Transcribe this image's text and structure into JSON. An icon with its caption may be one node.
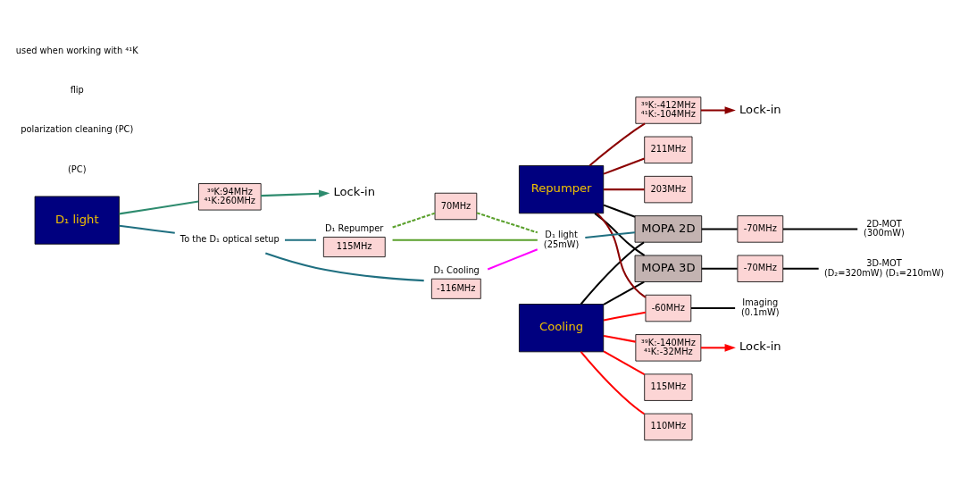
{
  "diagram": {
    "nodes": [
      {
        "text": [
          "D₁ light"
        ]
      },
      {
        "text": [
          "Lock-in"
        ]
      },
      {
        "text": [
          "³⁹K:94MHz",
          "⁴¹K:260MHz"
        ]
      },
      {
        "text": [
          "To the D₁ optical setup"
        ]
      },
      {
        "text": [
          "MOPA 2D"
        ]
      },
      {
        "text": [
          "-70MHz"
        ]
      },
      {
        "text": [
          "2D-MOT",
          "(300mW)"
        ]
      },
      {
        "text": [
          "MOPA 3D"
        ]
      },
      {
        "text": [
          "-70MHz"
        ]
      },
      {
        "text": [
          "3D-MOT",
          "(D₂=320mW) (D₁=210mW)"
        ]
      },
      {
        "text": [
          "Cooling"
        ]
      },
      {
        "text": [
          "Lock-in"
        ]
      },
      {
        "text": [
          "³⁹K:-140MHz",
          "⁴¹K:-32MHz"
        ]
      },
      {
        "text": [
          "Repumper"
        ]
      },
      {
        "text": [
          "Lock-in"
        ]
      },
      {
        "text": [
          "³⁹K:-412MHz",
          "⁴¹K:-104MHz"
        ]
      },
      {
        "text": [
          "211MHz"
        ]
      },
      {
        "text": [
          "203MHz"
        ]
      },
      {
        "text": [
          "115MHz"
        ]
      },
      {
        "text": [
          "110MHz"
        ]
      },
      {
        "text": [
          "-60MHz"
        ]
      },
      {
        "text": [
          "Imaging",
          "(0.1mW)"
        ]
      },
      {
        "text": [
          "D₁ light",
          "(25mW)"
        ]
      },
      {
        "text": [
          "-116MHz"
        ],
        "beside": [
          "D₁ Cooling"
        ]
      },
      {
        "text": [
          "115MHz"
        ],
        "beside": [
          "D₁ Repumper"
        ]
      },
      {
        "text": [
          "70MHz"
        ]
      }
    ],
    "edges": [
      {
        "from": 0,
        "to": 2,
        "arrow": "none",
        "color": "#2e8b6e"
      },
      {
        "from": 2,
        "to": 1,
        "arrow": "to",
        "color": "#2e8b6e"
      },
      {
        "from": 0,
        "to": 3,
        "arrow": "none",
        "color": "#1f6f80"
      },
      {
        "from": 3,
        "to": 23,
        "arrow": "none",
        "color": "#1f6f80"
      },
      {
        "from": 3,
        "to": 24,
        "arrow": "none",
        "color": "#1f6f80"
      },
      {
        "from": 24,
        "to": 25,
        "arrow": "none",
        "style": "dashed",
        "color": "#5aa02c"
      },
      {
        "from": 23,
        "to": 22,
        "arrow": "none",
        "color": "#ff00ff"
      },
      {
        "from": 24,
        "to": 22,
        "arrow": "none",
        "color": "#5aa02c"
      },
      {
        "from": 25,
        "to": 22,
        "arrow": "none",
        "style": "dashed",
        "color": "#5aa02c"
      },
      {
        "from": 22,
        "to": 4,
        "arrow": "none",
        "color": "#1f6f80"
      },
      {
        "from": 10,
        "to": 12,
        "arrow": "none",
        "color": "#ff0000"
      },
      {
        "from": 12,
        "to": 11,
        "arrow": "to",
        "color": "#ff0000"
      },
      {
        "from": 13,
        "to": 15,
        "arrow": "none",
        "color": "#8b0000"
      },
      {
        "from": 15,
        "to": 14,
        "arrow": "to",
        "color": "#8b0000"
      },
      {
        "from": 10,
        "to": 4,
        "arrow": "none"
      },
      {
        "from": 13,
        "to": 4,
        "arrow": "none"
      },
      {
        "from": 10,
        "to": 7,
        "arrow": "none"
      },
      {
        "from": 13,
        "to": 7,
        "arrow": "none"
      },
      {
        "from": 4,
        "to": 5,
        "arrow": "none"
      },
      {
        "from": 5,
        "to": 6,
        "arrow": "none"
      },
      {
        "from": 7,
        "to": 8,
        "arrow": "none"
      },
      {
        "from": 8,
        "to": 9,
        "arrow": "none"
      },
      {
        "from": 13,
        "to": 16,
        "arrow": "none",
        "color": "#8b0000"
      },
      {
        "from": 13,
        "to": 17,
        "arrow": "none",
        "color": "#8b0000"
      },
      {
        "from": 10,
        "to": 18,
        "arrow": "none",
        "color": "#ff0000"
      },
      {
        "from": 10,
        "to": 19,
        "arrow": "none",
        "color": "#ff0000"
      },
      {
        "from": 10,
        "to": 20,
        "arrow": "none",
        "color": "#ff0000"
      },
      {
        "from": 13,
        "to": 20,
        "arrow": "none",
        "color": "#8b0000"
      },
      {
        "from": 20,
        "to": 21,
        "arrow": "none"
      }
    ],
    "labels": [
      "(PC)",
      "polarization cleaning (PC)",
      "flip",
      "used when working with ⁴¹K"
    ]
  }
}
